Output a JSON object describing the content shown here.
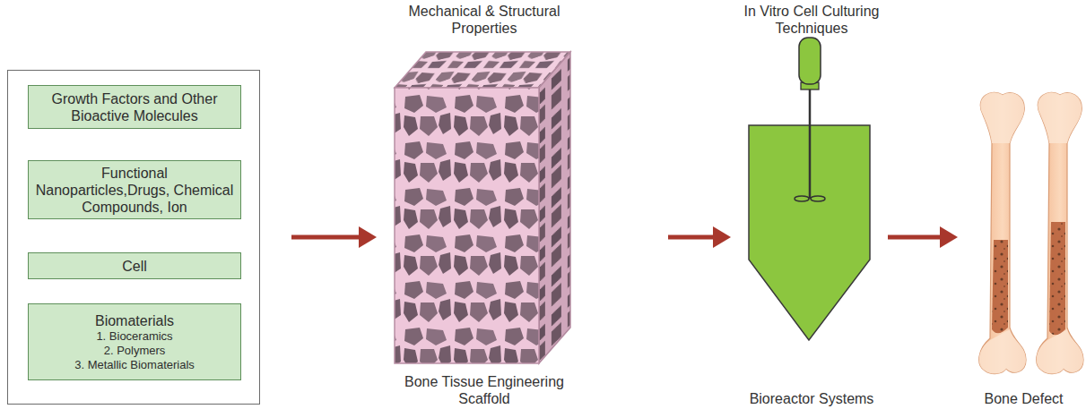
{
  "diagram": {
    "nodes": [
      {
        "text": []
      },
      {
        "text": [
          "Growth Factors and Other Bioactive Molecules"
        ],
        "in": 0
      },
      {
        "text": [
          "Functional Nanoparticles,Drugs, Chemical Compounds, Ion"
        ],
        "in": 0
      },
      {
        "text": [
          "Cell"
        ],
        "in": 0
      },
      {
        "text": [
          "Biomaterials",
          "1. Bioceramics",
          "2. Polymers",
          "3. Metallic Biomaterials"
        ],
        "in": 0
      },
      {
        "text": [
          "Mechanical & Structural Properties",
          "Bone Tissue Engineering Scaffold"
        ]
      },
      {
        "text": [
          "In Vitro Cell Culturing Techniques",
          "Bioreactor Systems"
        ]
      },
      {
        "text": [
          "Bone Defect"
        ]
      }
    ],
    "edges": [
      {
        "from": 0,
        "to": 5,
        "arrow": "to"
      },
      {
        "from": 5,
        "to": 6,
        "arrow": "to"
      },
      {
        "from": 6,
        "to": 7,
        "arrow": "to"
      }
    ]
  }
}
